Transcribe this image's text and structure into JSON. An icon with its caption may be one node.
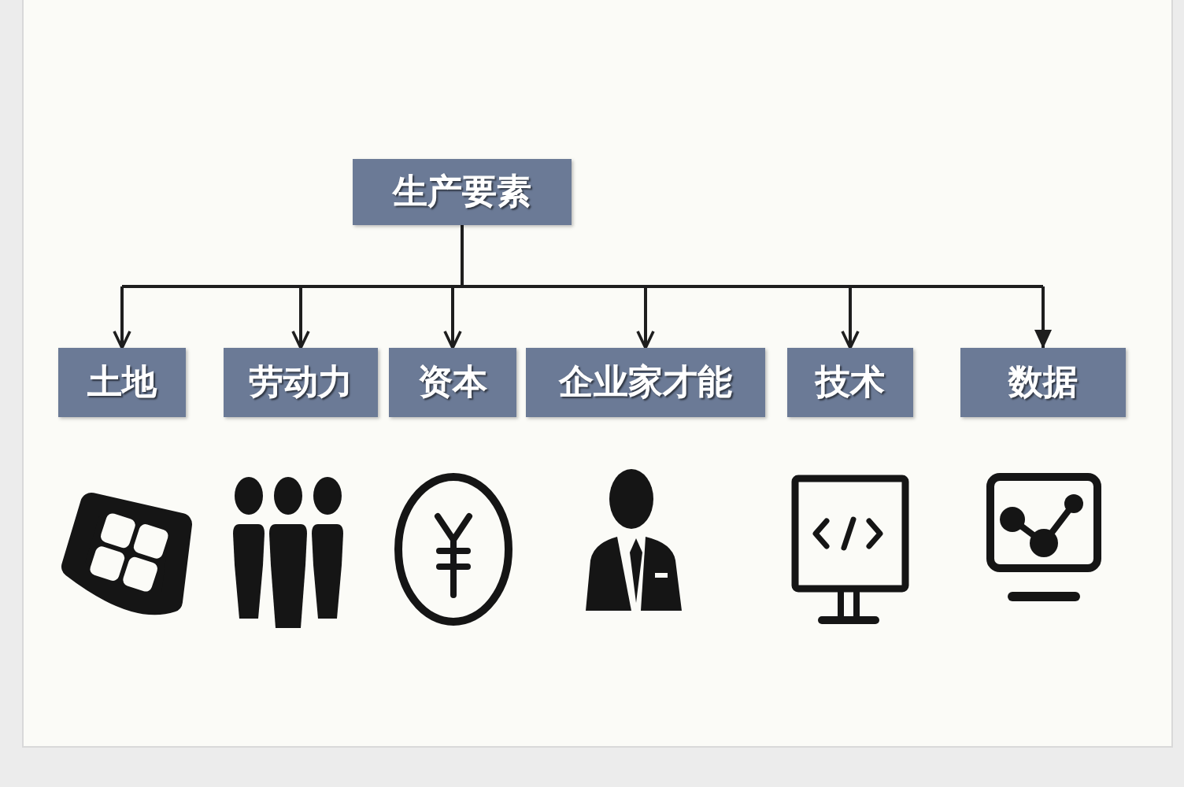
{
  "diagram": {
    "nodes": [
      {
        "text": [
          "生产要素"
        ]
      },
      {
        "text": [
          "土地"
        ]
      },
      {
        "text": [
          "劳动力"
        ]
      },
      {
        "text": [
          "资本"
        ]
      },
      {
        "text": [
          "企业家才能"
        ]
      },
      {
        "text": [
          "技术"
        ]
      },
      {
        "text": [
          "数据"
        ]
      }
    ],
    "edges": [
      {
        "from": 0,
        "to": 1,
        "arrow": "to"
      },
      {
        "from": 0,
        "to": 2,
        "arrow": "to"
      },
      {
        "from": 0,
        "to": 3,
        "arrow": "to"
      },
      {
        "from": 0,
        "to": 4,
        "arrow": "to"
      },
      {
        "from": 0,
        "to": 5,
        "arrow": "to"
      },
      {
        "from": 0,
        "to": 6,
        "arrow": "to"
      }
    ]
  }
}
